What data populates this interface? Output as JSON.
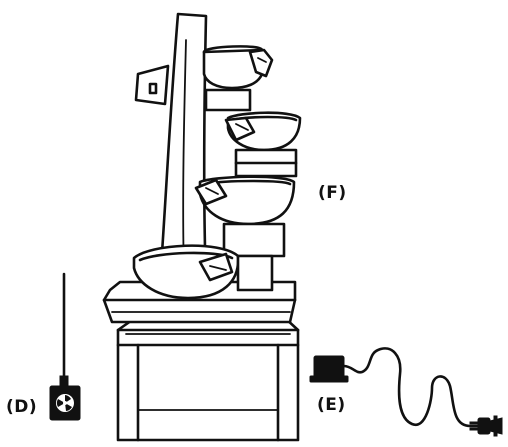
{
  "labels": {
    "fountain": "(F)",
    "pump": "(D)",
    "adapter": "(E)"
  },
  "colors": {
    "line": "#111111",
    "background": "#ffffff"
  },
  "icons": {
    "pump": "fan-icon",
    "plug": "power-plug-icon",
    "adapter": "power-adapter-icon"
  }
}
